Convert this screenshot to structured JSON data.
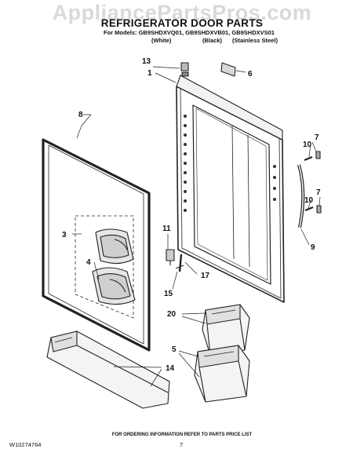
{
  "watermark": "AppliancePartsPros.com",
  "title": "REFRIGERATOR DOOR PARTS",
  "models": "For Models: GB9SHDXVQ01, GB9SHDXVB01, GB9SHDXVS01",
  "variants": [
    "(White)",
    "(Black)",
    "(Stainless Steel)"
  ],
  "callouts": {
    "c1": "1",
    "c3": "3",
    "c4": "4",
    "c5": "5",
    "c6": "6",
    "c7a": "7",
    "c7b": "7",
    "c8": "8",
    "c9": "9",
    "c10a": "10",
    "c10b": "10",
    "c11": "11",
    "c13": "13",
    "c14": "14",
    "c15": "15",
    "c17": "17",
    "c20": "20"
  },
  "footer_note": "FOR ORDERING INFORMATION REFER TO PARTS PRICE LIST",
  "doc_number": "W10274764",
  "page_number": "7"
}
